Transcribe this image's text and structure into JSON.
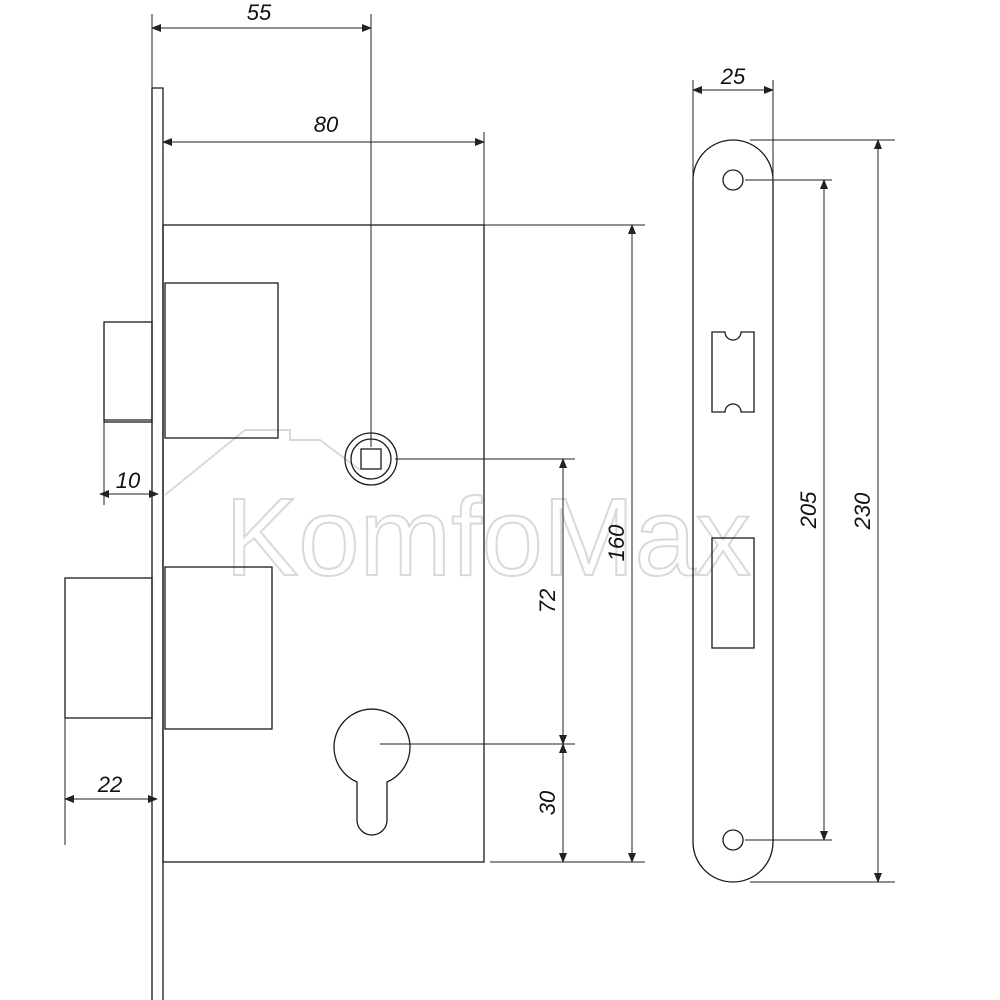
{
  "dimensions": {
    "body_offset": "55",
    "body_depth": "80",
    "latch_projection": "10",
    "body_height": "160",
    "spindle_to_cylinder": "72",
    "cylinder_to_bottom": "30",
    "bolt_projection": "22",
    "faceplate_width": "25",
    "screw_spacing": "205",
    "faceplate_height": "230"
  },
  "watermark": {
    "text": "KomfoMax"
  },
  "colors": {
    "line": "#1a1a1a",
    "watermark": "#d9d9d9"
  }
}
